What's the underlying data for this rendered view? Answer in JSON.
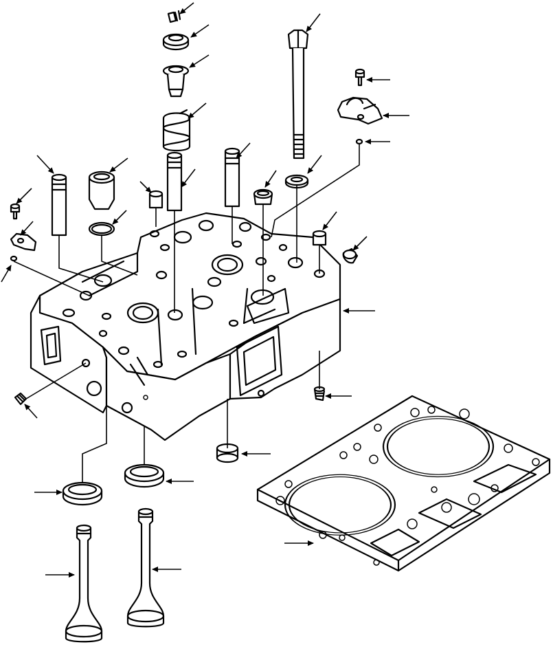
{
  "figure": {
    "style": "exploded-view line drawing",
    "colors": {
      "line": "#000000",
      "background": "#ffffff"
    },
    "parts": [
      "valve-keepers",
      "spring-retainer",
      "upper-spring-seat",
      "valve-spring",
      "head-bolt",
      "rocker-capscrew",
      "rocker-bracket",
      "dowel-ring",
      "injector-sleeve",
      "sleeve-o-ring",
      "valve-guide-left",
      "valve-guide-center",
      "valve-guide-right",
      "plug-small",
      "crosshead-guide-seal",
      "bolt-washer",
      "bracket-capscrew-left",
      "bracket-left",
      "dowel-left",
      "expansion-plug-top",
      "expansion-plug-side",
      "cylinder-head",
      "water-plug",
      "pipe-plug-left",
      "expansion-plug-bottom",
      "valve-seat-insert-left",
      "valve-seat-insert-right",
      "intake-valve",
      "exhaust-valve",
      "head-gasket"
    ]
  }
}
